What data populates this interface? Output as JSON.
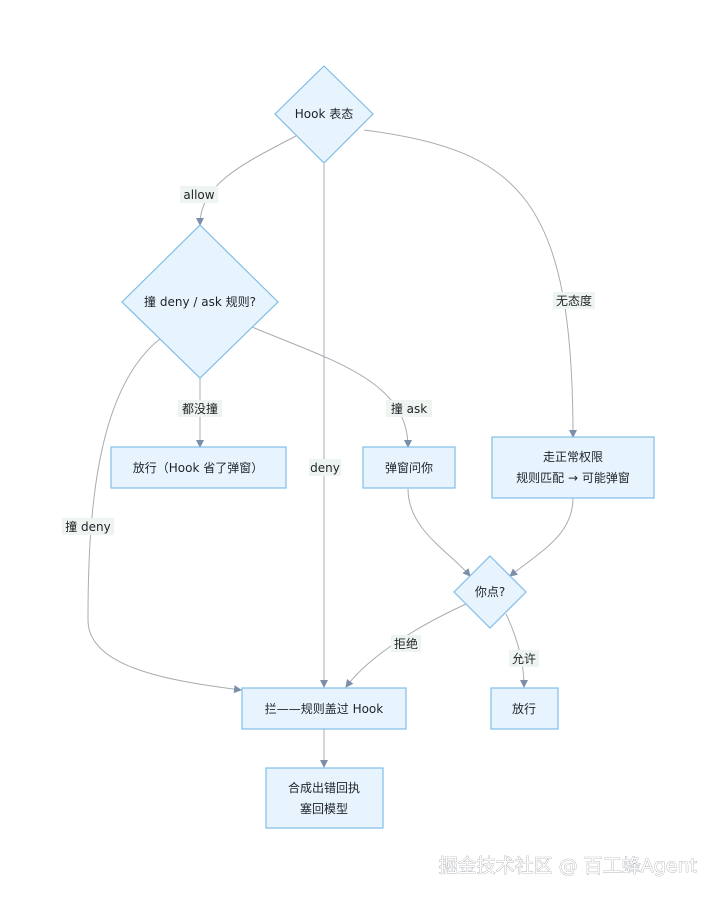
{
  "nodes": {
    "hook_state": "Hook 表态",
    "rule_check": "撞 deny / ask 规则?",
    "allow_no_popup": "放行（Hook 省了弹窗）",
    "popup_ask": "弹窗问你",
    "normal_perm_line1": "走正常权限",
    "normal_perm_line2": "规则匹配 → 可能弹窗",
    "you_click": "你点?",
    "block_line": "拦——规则盖过 Hook",
    "allow": "放行",
    "error_line1": "合成出错回执",
    "error_line2": "塞回模型"
  },
  "edge_labels": {
    "allow": "allow",
    "no_stance": "无态度",
    "deny": "deny",
    "none_hit": "都没撞",
    "hit_ask": "撞 ask",
    "hit_deny": "撞 deny",
    "reject": "拒绝",
    "permit": "允许"
  },
  "watermark": "掘金技术社区 @ 百工蜂Agent"
}
